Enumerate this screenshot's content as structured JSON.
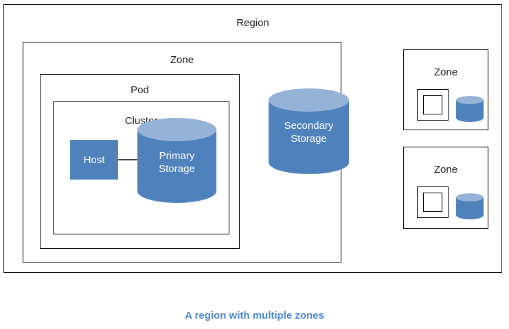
{
  "caption": "A region with multiple zones",
  "colors": {
    "cylinder_body": "#4F81BD",
    "cylinder_top": "#95B3D7",
    "host_fill": "#4F81BD",
    "border": "#000000",
    "caption_text": "#4a86d0",
    "label_text": "#1a1a1a",
    "shape_text": "#ffffff"
  },
  "region": {
    "label": "Region",
    "zone_main": {
      "label": "Zone",
      "pod": {
        "label": "Pod",
        "cluster": {
          "label": "Cluster",
          "host": {
            "label": "Host"
          },
          "primary_storage": {
            "line1": "Primary",
            "line2": "Storage"
          }
        }
      },
      "secondary_storage": {
        "line1": "Secondary",
        "line2": "Storage"
      }
    },
    "zones_small": [
      {
        "label": "Zone"
      },
      {
        "label": "Zone"
      }
    ]
  }
}
